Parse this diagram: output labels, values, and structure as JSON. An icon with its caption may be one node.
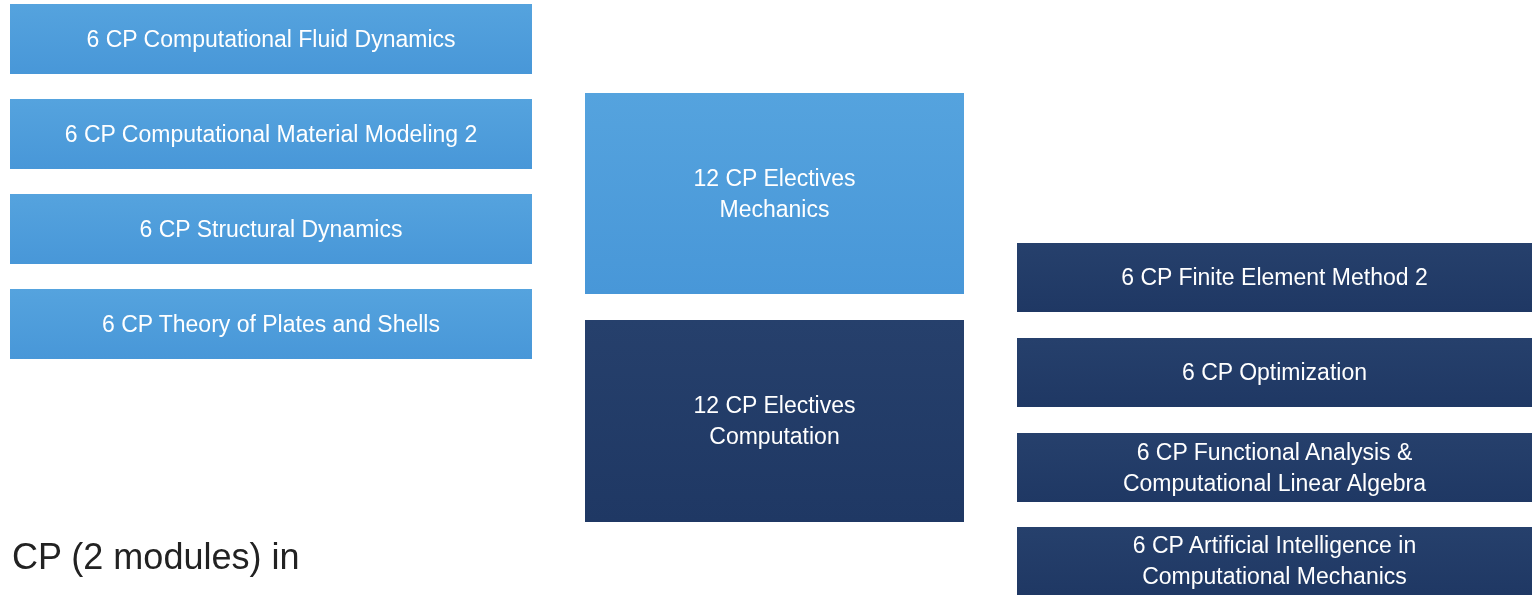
{
  "diagram": {
    "nodes": [
      {
        "text": [
          "6 CP Computational Fluid Dynamics"
        ]
      },
      {
        "text": [
          "6 CP Computational Material Modeling 2"
        ]
      },
      {
        "text": [
          "6 CP Structural Dynamics"
        ]
      },
      {
        "text": [
          "6 CP Theory of Plates and Shells"
        ]
      },
      {
        "text": [
          "12 CP Electives Mechanics"
        ]
      },
      {
        "text": [
          "12 CP Electives Computation"
        ]
      },
      {
        "text": [
          "6 CP Finite Element Method 2"
        ]
      },
      {
        "text": [
          "6 CP Optimization"
        ]
      },
      {
        "text": [
          "6 CP Functional Analysis & Computational Linear Algebra"
        ]
      },
      {
        "text": [
          "6 CP Artificial Intelligence in Computational Mechanics"
        ]
      }
    ],
    "edges": [],
    "labels": [
      "CP (2 modules) in"
    ]
  }
}
